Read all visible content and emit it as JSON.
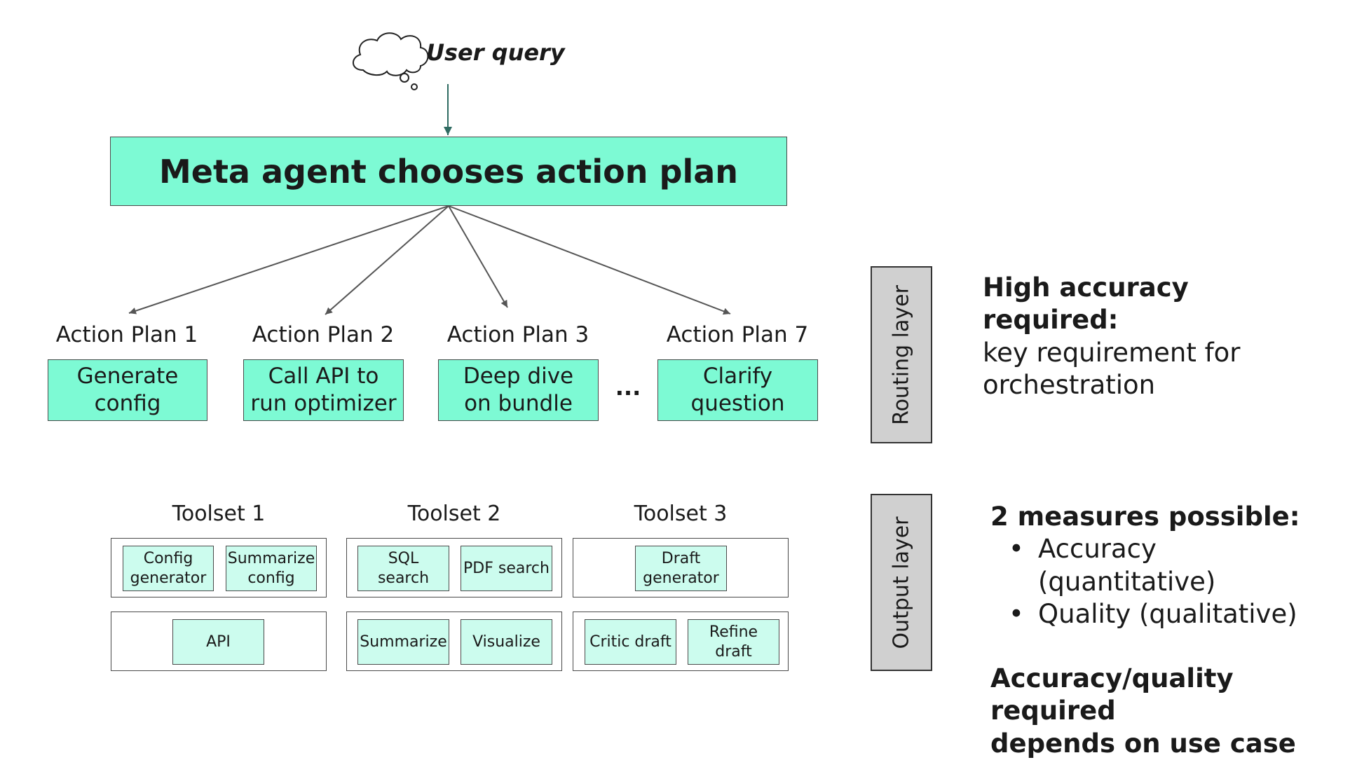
{
  "query": {
    "label": "User query"
  },
  "meta_agent": {
    "title": "Meta agent chooses action plan"
  },
  "action_plans": [
    {
      "label": "Action Plan 1",
      "box": "Generate config"
    },
    {
      "label": "Action Plan 2",
      "box": "Call API to run optimizer"
    },
    {
      "label": "Action Plan 3",
      "box": "Deep dive on bundle"
    },
    {
      "label": "Action Plan 7",
      "box": "Clarify question"
    }
  ],
  "ellipsis": "...",
  "toolsets": [
    {
      "label": "Toolset 1",
      "row1": [
        "Config generator",
        "Summarize config"
      ],
      "row2": [
        "API"
      ]
    },
    {
      "label": "Toolset 2",
      "row1": [
        "SQL search",
        "PDF search"
      ],
      "row2": [
        "Summarize",
        "Visualize"
      ]
    },
    {
      "label": "Toolset 3",
      "row1": [
        "Draft generator"
      ],
      "row2": [
        "Critic draft",
        "Refine draft"
      ]
    }
  ],
  "layers": {
    "routing": "Routing layer",
    "output": "Output layer"
  },
  "routing_note": {
    "heading": "High accuracy required:",
    "line1": "key requirement for",
    "line2": "orchestration"
  },
  "output_note": {
    "heading": "2 measures possible:",
    "bullets": [
      "Accuracy (quantitative)",
      "Quality (qualitative)"
    ],
    "footer1": "Accuracy/quality required",
    "footer2": "depends on use case"
  },
  "colors": {
    "primary_fill": "#7dfad4",
    "tool_fill": "#ccfcee",
    "layer_fill": "#d0d0d0",
    "arrow": "#555555",
    "query_arrow": "#2f6b62"
  }
}
